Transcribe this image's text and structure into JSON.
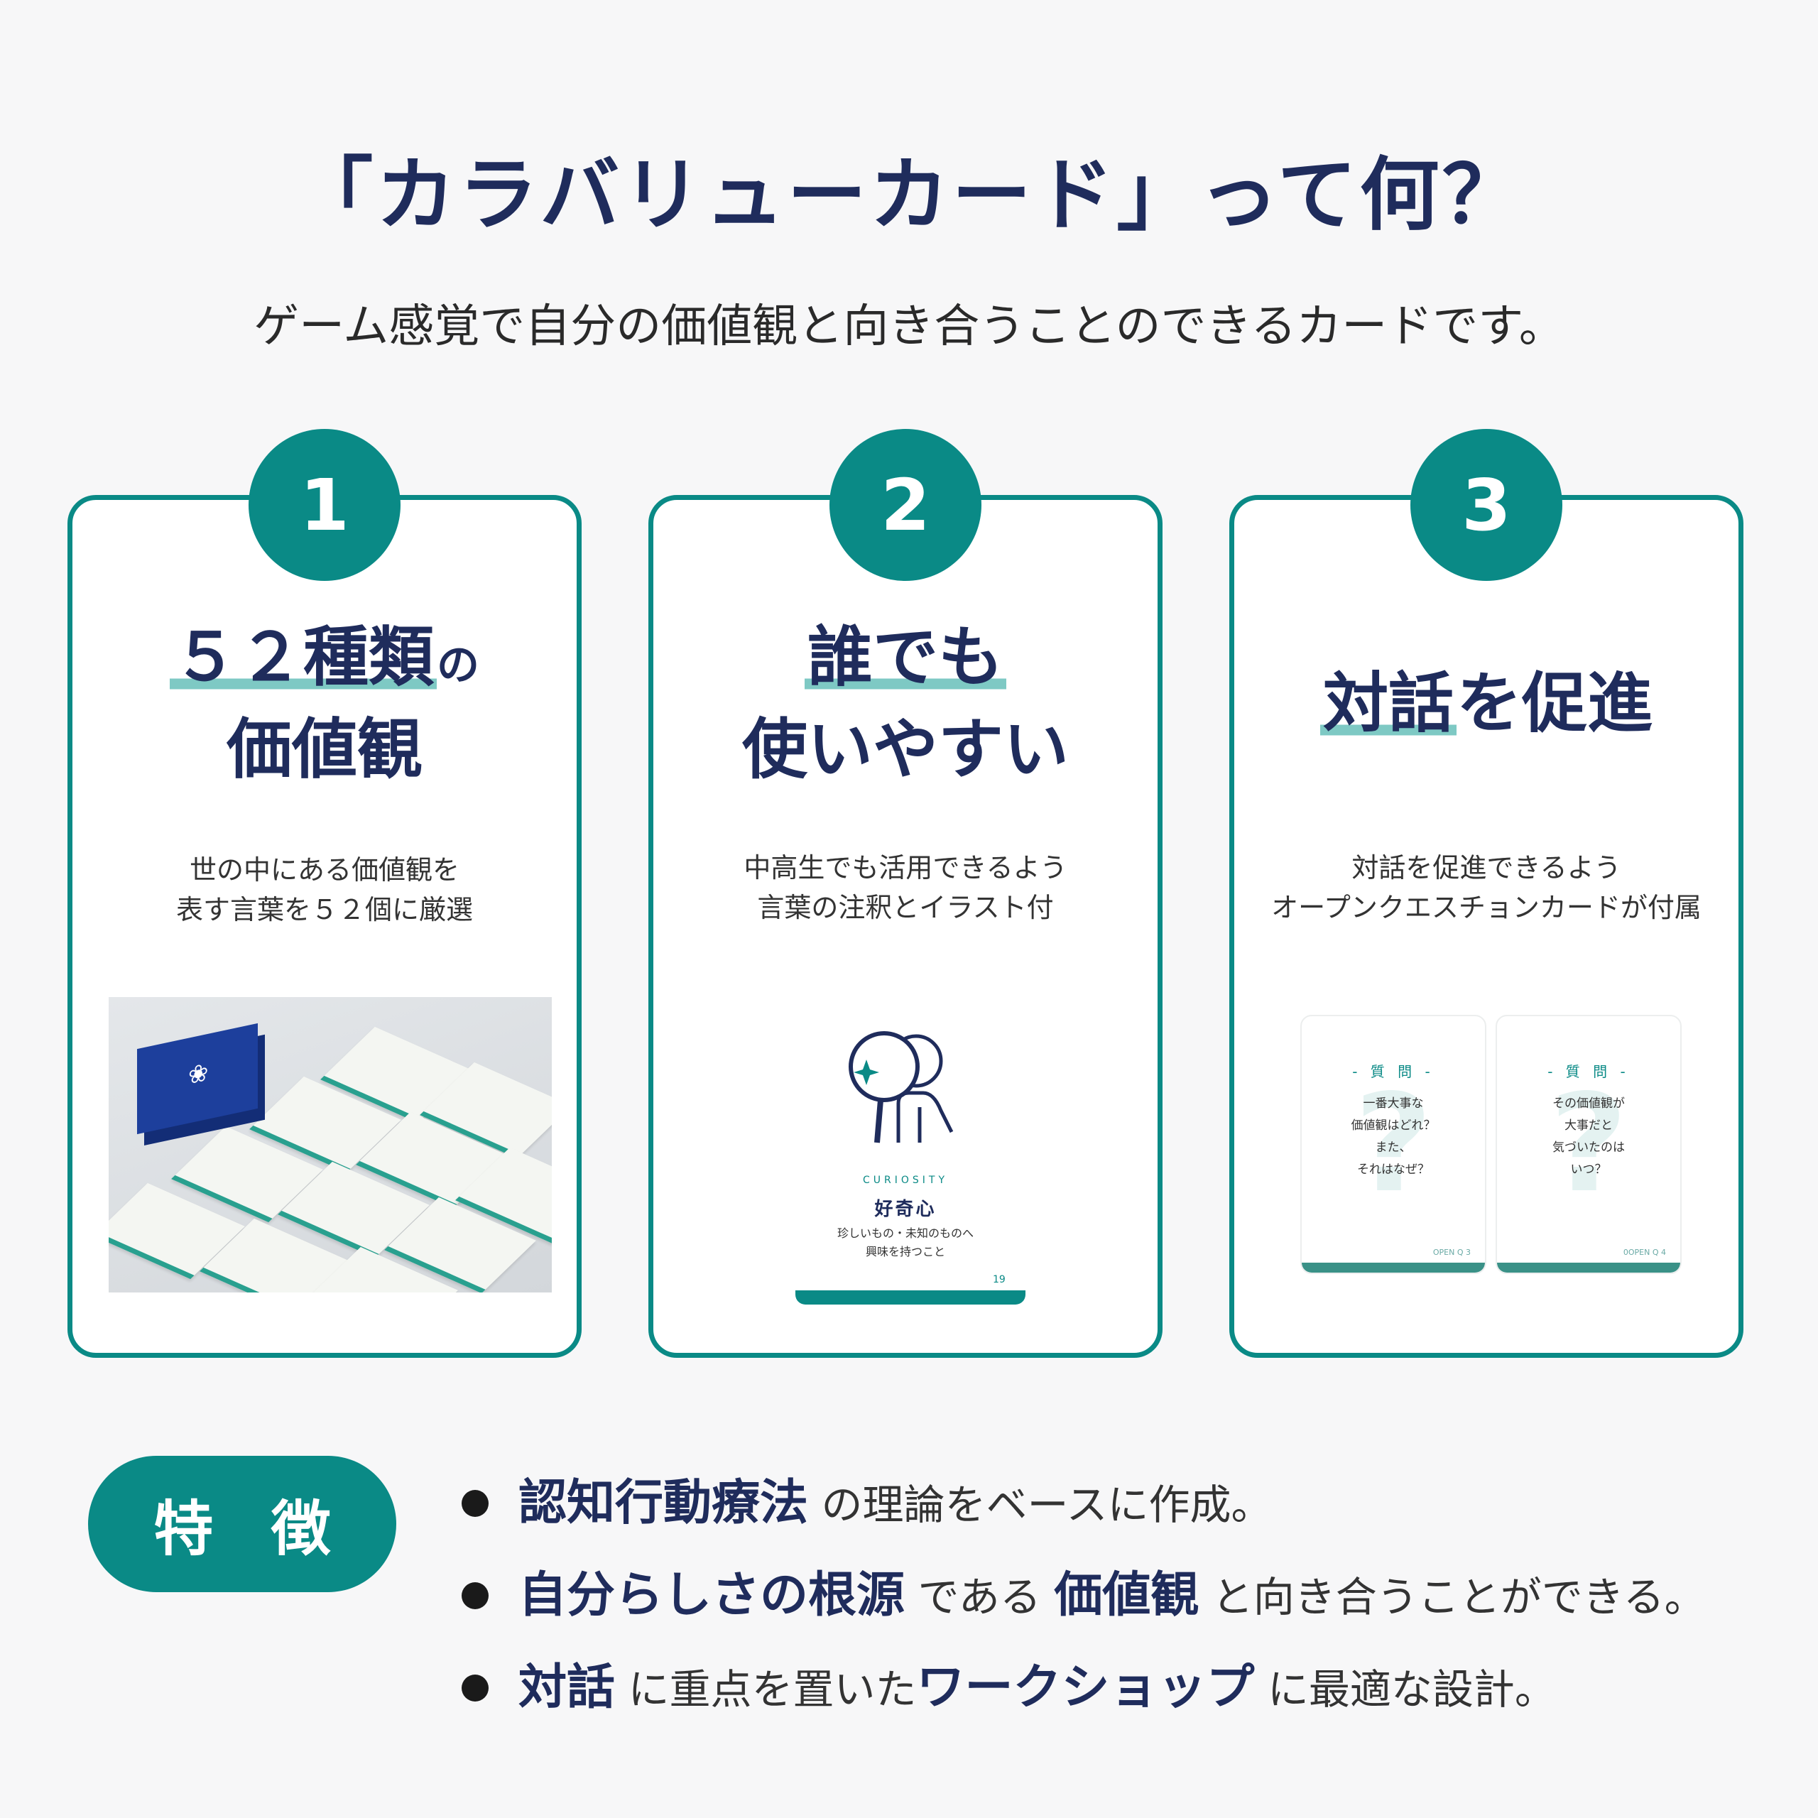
{
  "title": "「カラバリューカード」って何？",
  "subtitle": "ゲーム感覚で自分の価値観と向き合うことのできるカードです。",
  "cards": [
    {
      "number": "1",
      "heading_line1_u": "５２種類",
      "heading_line1_rest": "の",
      "heading_line2": "価値観",
      "desc_line1": "世の中にある価値観を",
      "desc_line2": "表す言葉を５２個に厳選"
    },
    {
      "number": "2",
      "heading_line1_u": "誰でも",
      "heading_line2": "使いやすい",
      "desc_line1": "中高生でも活用できるよう",
      "desc_line2": "言葉の注釈とイラスト付",
      "sample": {
        "en": "CURIOSITY",
        "jp": "好奇心",
        "desc_line1": "珍しいもの・未知のものへ",
        "desc_line2": "興味を持つこと",
        "page": "19"
      }
    },
    {
      "number": "3",
      "heading_u": "対話",
      "heading_rest": "を促進",
      "desc_line1": "対話を促進できるよう",
      "desc_line2": "オープンクエスチョンカードが付属",
      "questions": [
        {
          "label": "- 質 問 -",
          "l1": "一番大事な",
          "l2": "価値観はどれ？",
          "l3": "また、",
          "l4": "それはなぜ？",
          "foot": "OPEN Q 3"
        },
        {
          "label": "- 質 問 -",
          "l1": "その価値観が",
          "l2": "大事だと",
          "l3": "気づいたのは",
          "l4": "いつ？",
          "foot": "0OPEN Q 4"
        }
      ]
    }
  ],
  "features": {
    "label": "特 徴",
    "items": [
      {
        "b1": "認知行動療法",
        "t1": " の理論をベースに作成。"
      },
      {
        "b1": "自分らしさの根源",
        "t1": " である ",
        "b2": "価値観",
        "t2": " と向き合うことができる。"
      },
      {
        "b1": "対話",
        "t1": " に重点を置いた",
        "b2": "ワークショップ",
        "t2": " に最適な設計。"
      }
    ]
  },
  "colors": {
    "teal": "#0a8a86",
    "navy": "#1f2c5c",
    "underline": "#7ec9c4",
    "background": "#f7f7f8"
  }
}
